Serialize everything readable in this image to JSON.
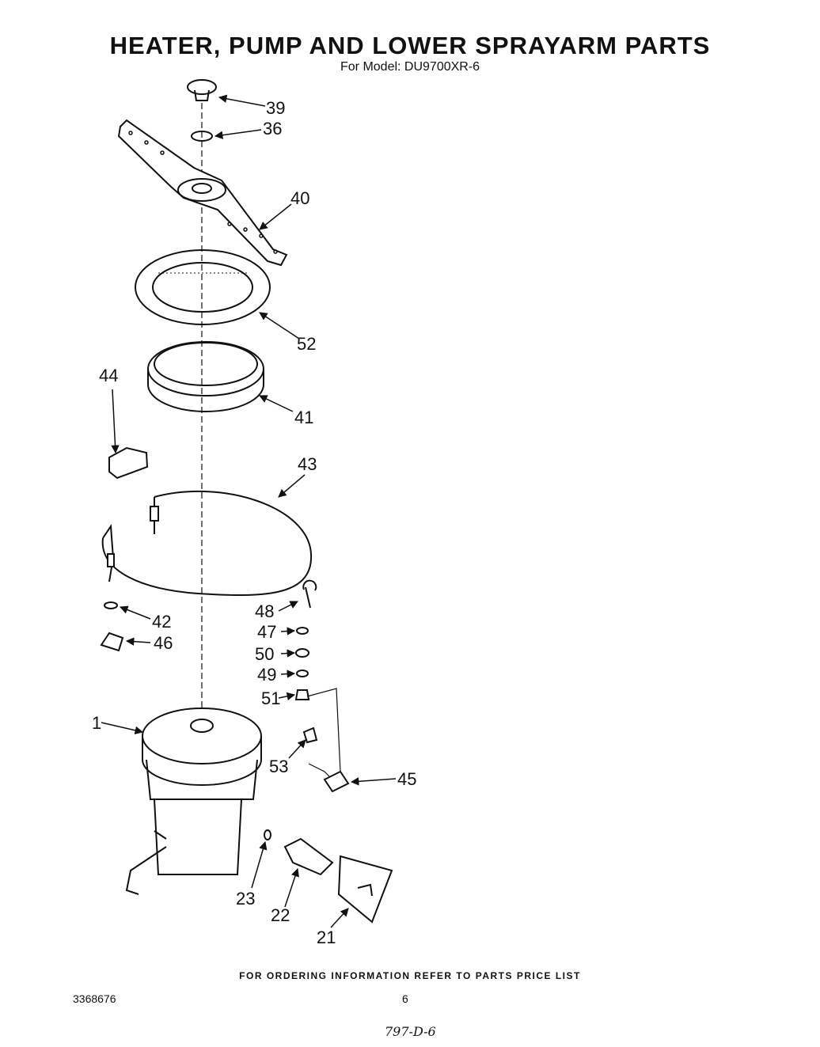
{
  "title": "HEATER, PUMP AND LOWER SPRAYARM PARTS",
  "subtitle": "For Model: DU9700XR-6",
  "callouts": {
    "c39": "39",
    "c36": "36",
    "c40": "40",
    "c52": "52",
    "c44": "44",
    "c41": "41",
    "c43": "43",
    "c42": "42",
    "c46": "46",
    "c48": "48",
    "c47": "47",
    "c50": "50",
    "c49": "49",
    "c51": "51",
    "c1": "1",
    "c53": "53",
    "c45": "45",
    "c23": "23",
    "c22": "22",
    "c21": "21"
  },
  "footer": "FOR ORDERING INFORMATION REFER TO PARTS PRICE LIST",
  "part_number": "3368676",
  "page_number": "6",
  "handwritten_note": "797-D-6"
}
